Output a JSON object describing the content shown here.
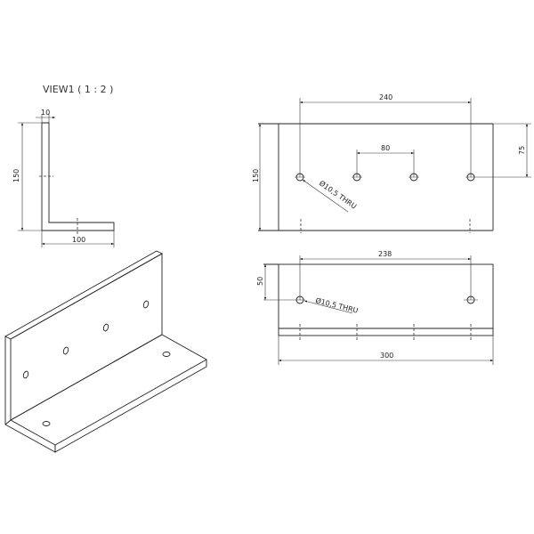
{
  "view_title": "VIEW1 ( 1 : 2 )",
  "side_view": {
    "thickness": "10",
    "height": "150",
    "width": "100"
  },
  "front_view": {
    "hole_span": "240",
    "inner_span": "80",
    "height": "150",
    "hole_height": "75",
    "hole_note": "Ø10,5 THRU"
  },
  "top_view": {
    "hole_span": "238",
    "hole_offset": "50",
    "length": "300",
    "hole_note": "Ø10,5 THRU"
  },
  "colors": {
    "line": "#222222",
    "background": "#ffffff"
  }
}
